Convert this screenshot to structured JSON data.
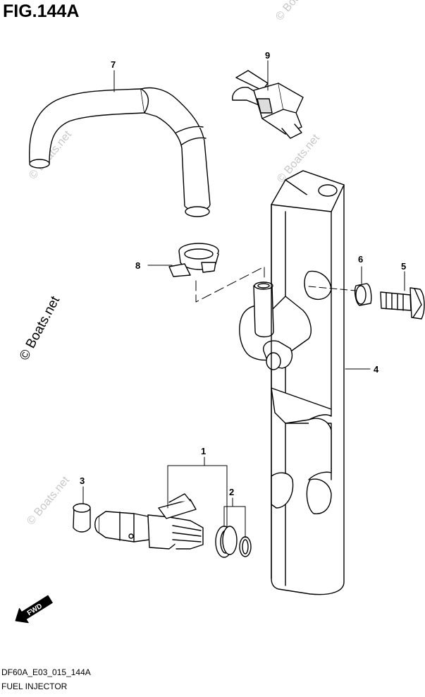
{
  "figure": {
    "title": "FIG.144A",
    "code": "DF60A_E03_015_144A",
    "name": "FUEL INJECTOR"
  },
  "callouts": {
    "c1": "1",
    "c2": "2",
    "c3": "3",
    "c4": "4",
    "c5": "5",
    "c6": "6",
    "c7": "7",
    "c8": "8",
    "c9": "9"
  },
  "fwd_label": "FWD",
  "watermark": {
    "text": "© Boats.net"
  }
}
